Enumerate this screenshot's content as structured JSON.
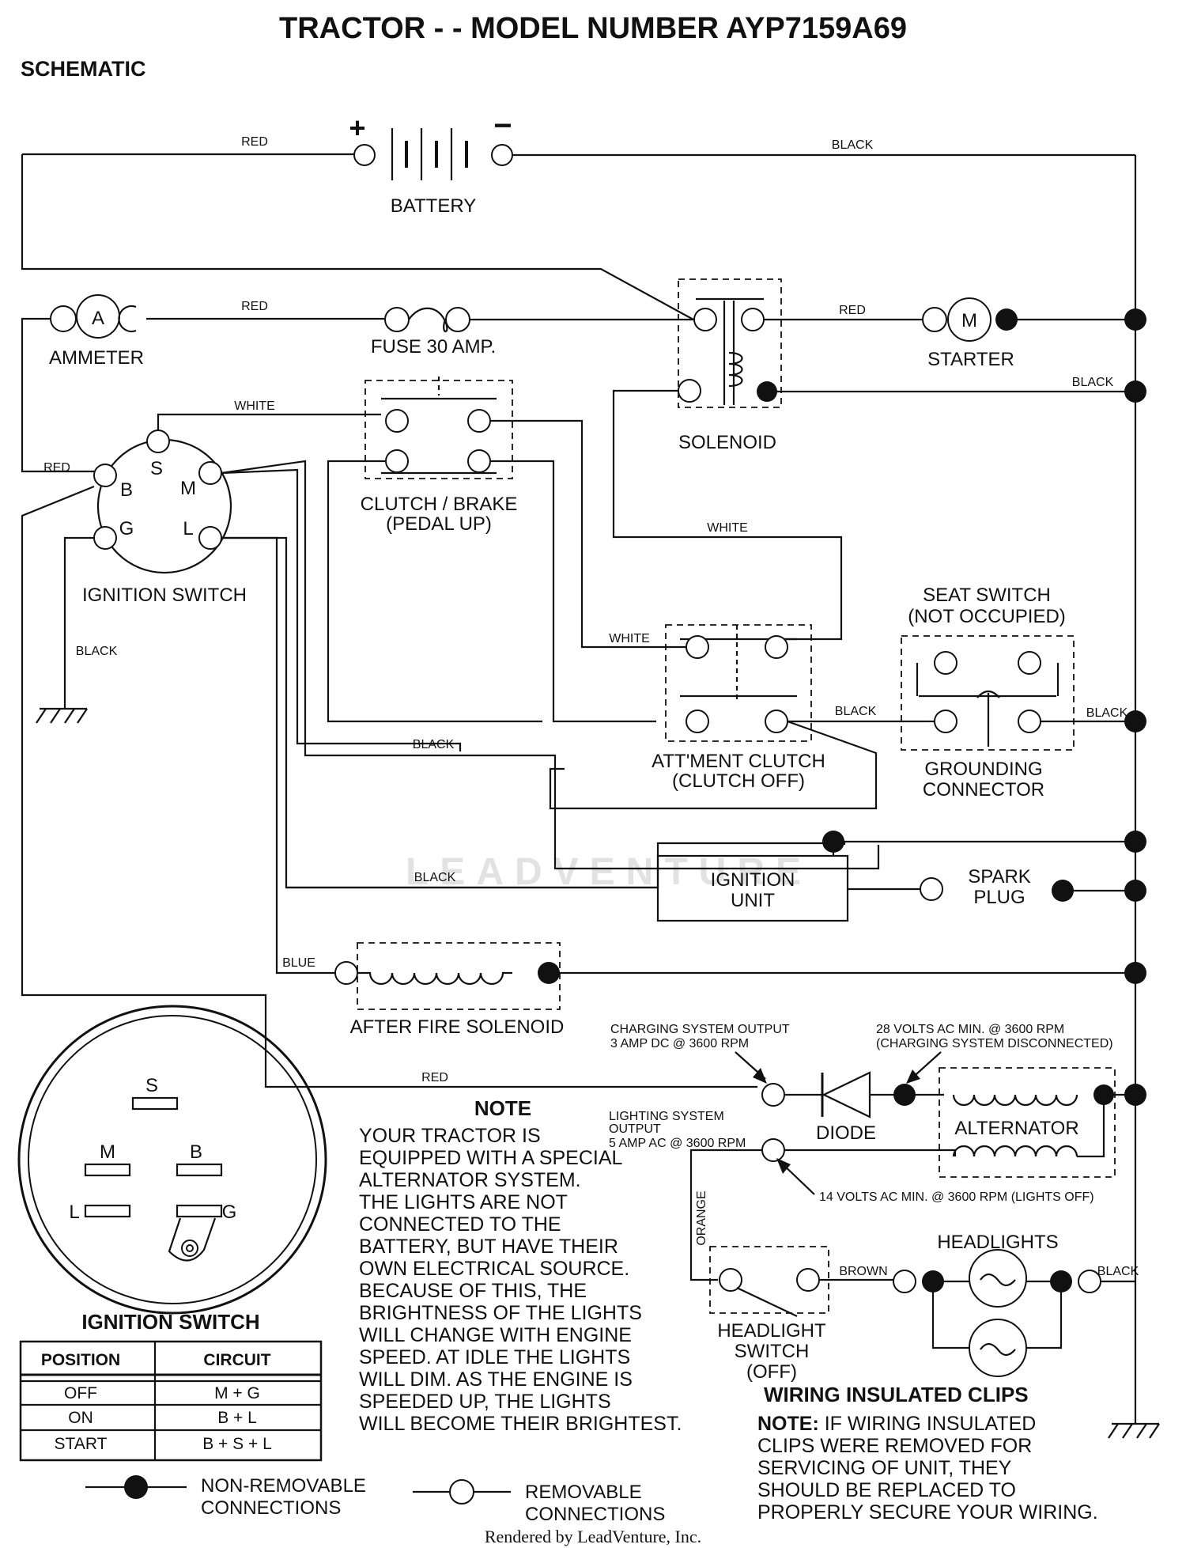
{
  "header": {
    "title": "TRACTOR - - MODEL NUMBER AYP7159A69",
    "subtitle": "SCHEMATIC"
  },
  "components": {
    "battery": "BATTERY",
    "battery_plus": "+",
    "battery_minus": "−",
    "ammeter": "AMMETER",
    "ammeter_symbol": "A",
    "fuse": "FUSE 30 AMP.",
    "starter": "STARTER",
    "starter_symbol": "M",
    "solenoid": "SOLENOID",
    "ignition_switch": "IGNITION SWITCH",
    "clutch_brake_1": "CLUTCH / BRAKE",
    "clutch_brake_2": "(PEDAL UP)",
    "seat_switch_1": "SEAT SWITCH",
    "seat_switch_2": "(NOT OCCUPIED)",
    "attment_clutch_1": "ATT'MENT CLUTCH",
    "attment_clutch_2": "(CLUTCH OFF)",
    "grounding_connector_1": "GROUNDING",
    "grounding_connector_2": "CONNECTOR",
    "ignition_unit_1": "IGNITION",
    "ignition_unit_2": "UNIT",
    "spark_plug_1": "SPARK",
    "spark_plug_2": "PLUG",
    "after_fire_solenoid": "AFTER FIRE SOLENOID",
    "diode": "DIODE",
    "alternator": "ALTERNATOR",
    "headlights": "HEADLIGHTS",
    "headlight_switch_1": "HEADLIGHT",
    "headlight_switch_2": "SWITCH",
    "headlight_switch_3": "(OFF)",
    "terminal_s": "S",
    "terminal_b": "B",
    "terminal_m": "M",
    "terminal_g": "G",
    "terminal_l": "L"
  },
  "wires": {
    "red": "RED",
    "black": "BLACK",
    "white": "WHITE",
    "blue": "BLUE",
    "orange": "ORANGE",
    "brown": "BROWN"
  },
  "annotations": {
    "charging_output_1": "CHARGING SYSTEM OUTPUT",
    "charging_output_2": "3 AMP DC @ 3600 RPM",
    "alt_volts_1": "28 VOLTS AC MIN. @ 3600 RPM",
    "alt_volts_2": "(CHARGING SYSTEM DISCONNECTED)",
    "lighting_output_1": "LIGHTING SYSTEM",
    "lighting_output_2": "OUTPUT",
    "lighting_output_3": "5 AMP AC @ 3600 RPM",
    "lights_off_volts": "14 VOLTS AC MIN. @ 3600 RPM (LIGHTS OFF)"
  },
  "note": {
    "title": "NOTE",
    "lines": [
      "YOUR TRACTOR IS",
      "EQUIPPED WITH A SPECIAL",
      "ALTERNATOR SYSTEM.",
      "THE LIGHTS ARE NOT",
      "CONNECTED TO THE",
      "BATTERY, BUT HAVE THEIR",
      "OWN ELECTRICAL SOURCE.",
      "BECAUSE OF THIS, THE",
      "BRIGHTNESS OF THE LIGHTS",
      "WILL CHANGE WITH ENGINE",
      "SPEED.  AT IDLE THE LIGHTS",
      "WILL DIM.  AS THE ENGINE IS",
      "SPEEDED UP, THE LIGHTS",
      "WILL BECOME THEIR BRIGHTEST."
    ]
  },
  "ignition_detail": {
    "title": "IGNITION SWITCH",
    "pins": {
      "s": "S",
      "m": "M",
      "b": "B",
      "l": "L",
      "g": "G"
    },
    "table": {
      "headers": [
        "POSITION",
        "CIRCUIT"
      ],
      "rows": [
        [
          "OFF",
          "M + G"
        ],
        [
          "ON",
          "B + L"
        ],
        [
          "START",
          "B + S + L"
        ]
      ]
    }
  },
  "clips": {
    "title": "WIRING INSULATED CLIPS",
    "note_label": "NOTE:",
    "lines": [
      " IF WIRING INSULATED",
      "CLIPS WERE REMOVED FOR",
      "SERVICING OF UNIT, THEY",
      "SHOULD BE REPLACED TO",
      "PROPERLY SECURE YOUR WIRING."
    ]
  },
  "legend": {
    "non_removable_1": "NON-REMOVABLE",
    "non_removable_2": "CONNECTIONS",
    "removable_1": "REMOVABLE",
    "removable_2": "CONNECTIONS"
  },
  "footer": "Rendered by LeadVenture, Inc.",
  "watermark": "LEADVENTURE"
}
